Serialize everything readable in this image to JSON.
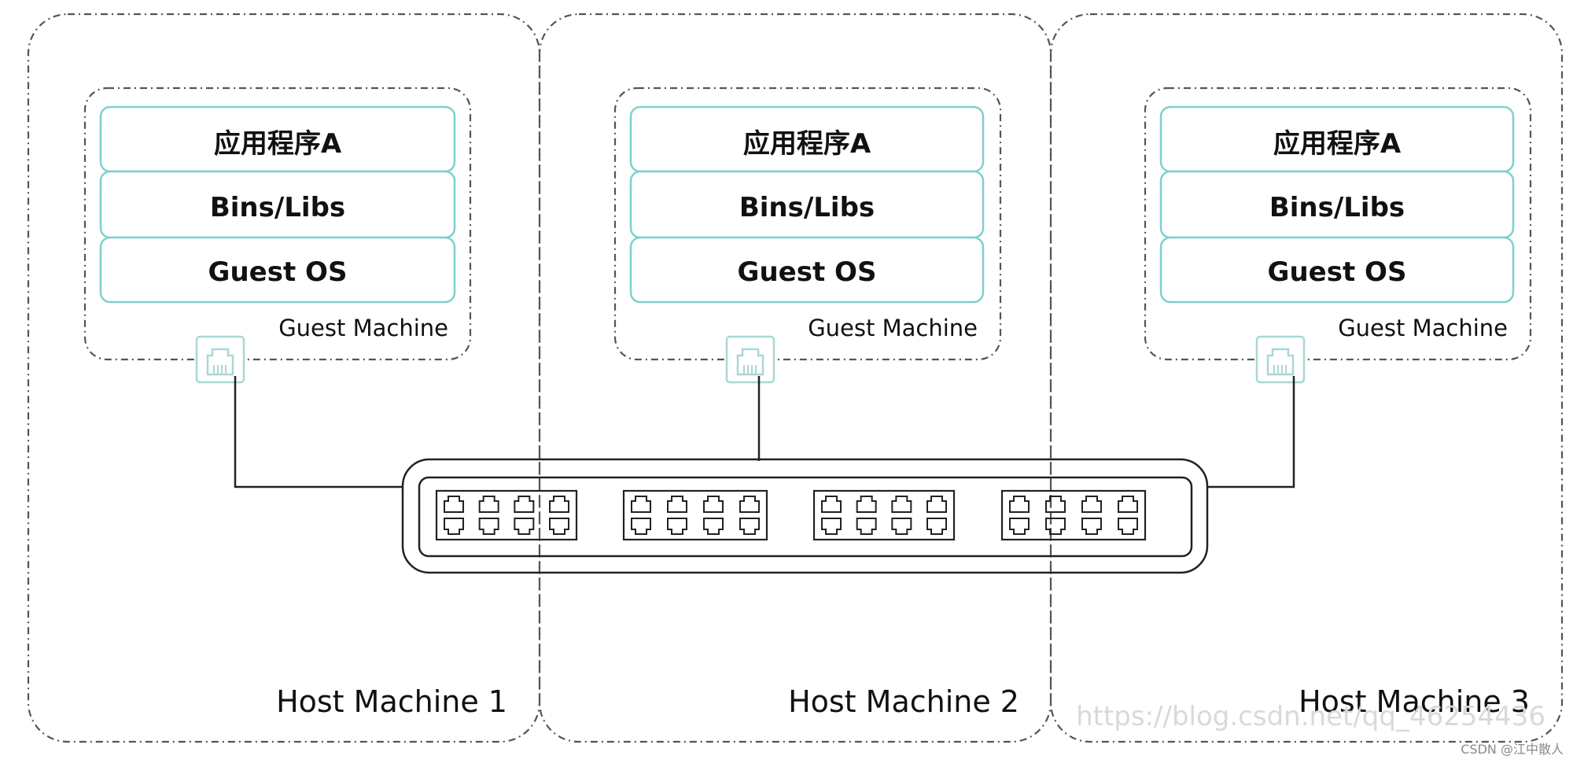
{
  "hosts": [
    {
      "label": "Host Machine 1",
      "guest": {
        "label": "Guest Machine",
        "layers": [
          "应用程序A",
          "Bins/Libs",
          "Guest OS"
        ]
      }
    },
    {
      "label": "Host Machine 2",
      "guest": {
        "label": "Guest Machine",
        "layers": [
          "应用程序A",
          "Bins/Libs",
          "Guest OS"
        ]
      }
    },
    {
      "label": "Host Machine 3",
      "guest": {
        "label": "Guest Machine",
        "layers": [
          "应用程序A",
          "Bins/Libs",
          "Guest OS"
        ]
      }
    }
  ],
  "switch": {
    "port_groups": 4,
    "ports_per_group": 8
  },
  "watermark": "https://blog.csdn.net/qq_46254436",
  "credit": "CSDN @江中散人",
  "colors": {
    "layer_border": "#7fd0cc",
    "line": "#222222",
    "dash": "#555555",
    "nic": "#a8d8d4"
  }
}
